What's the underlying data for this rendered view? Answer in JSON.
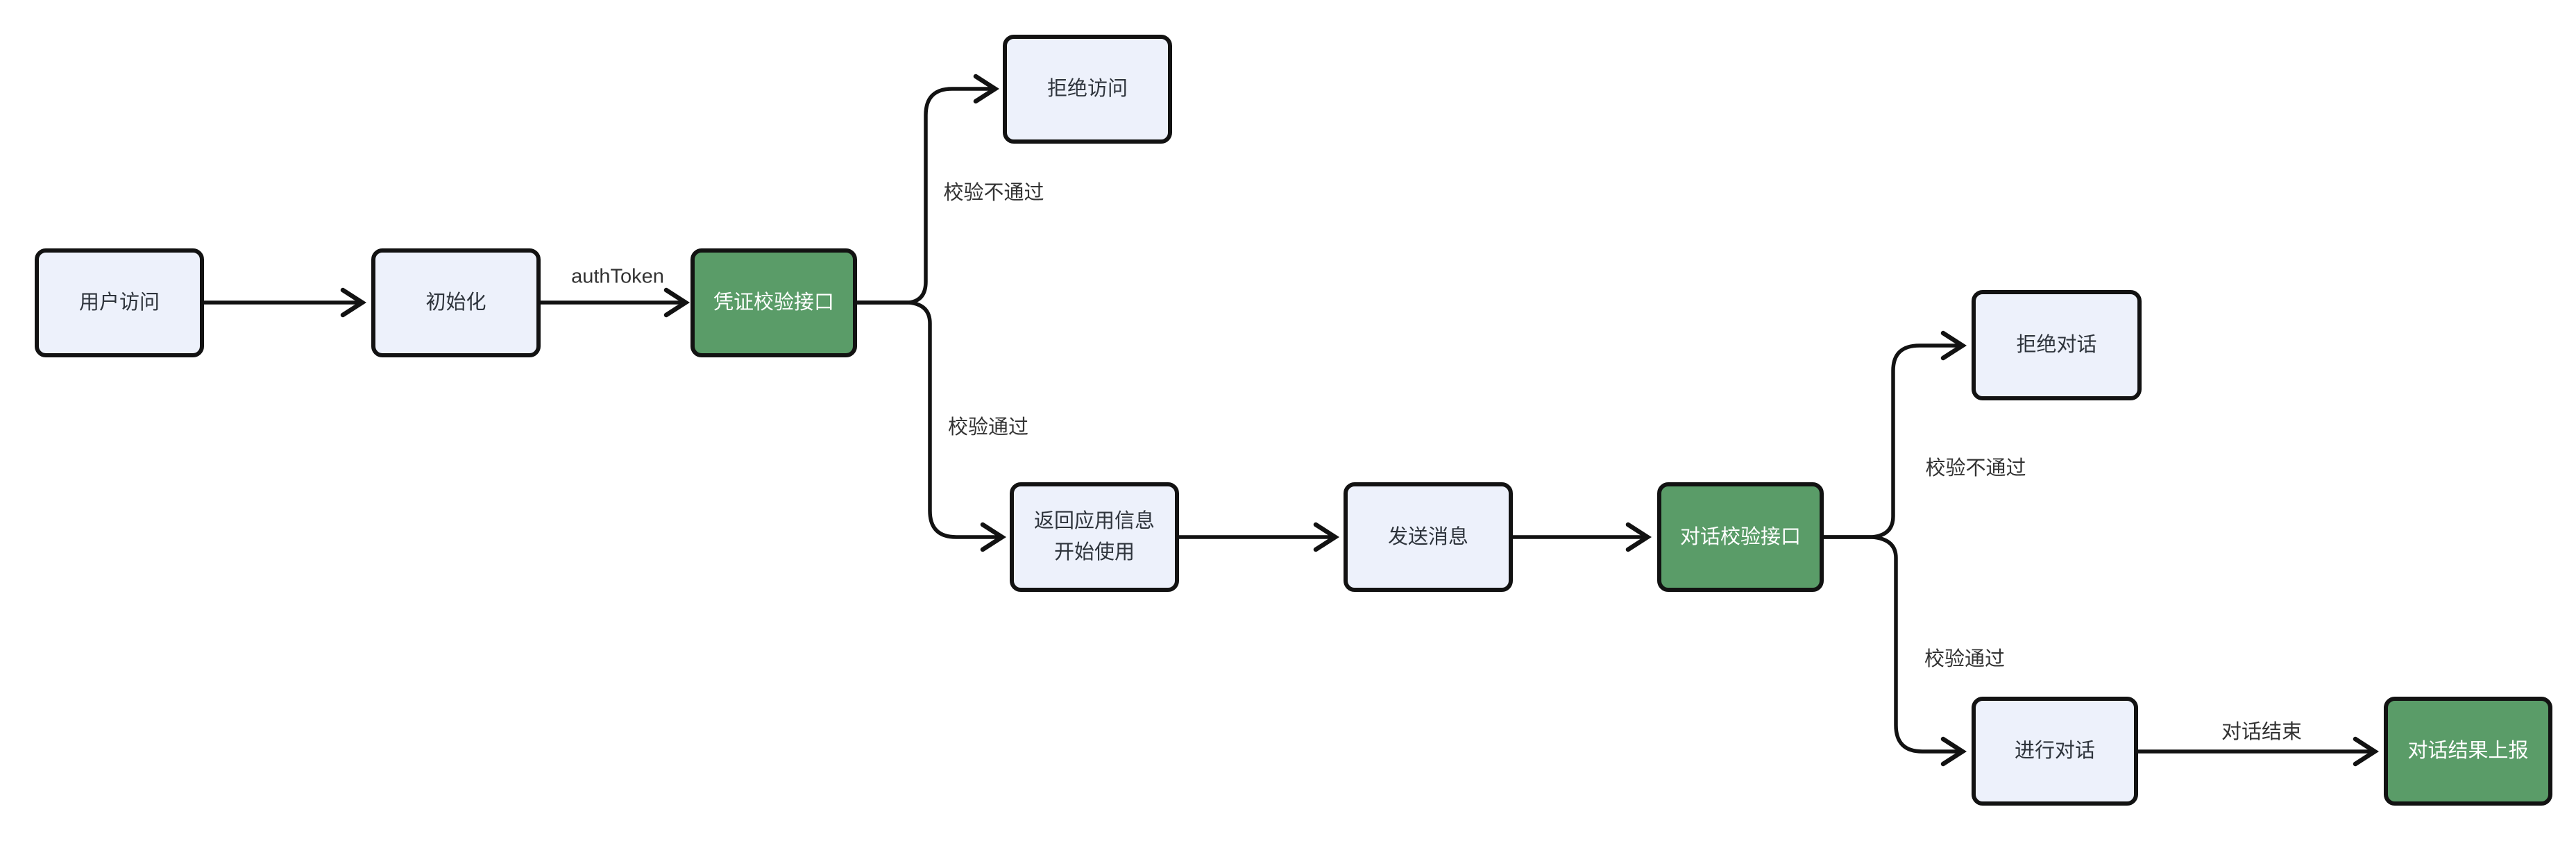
{
  "diagram": {
    "type": "flowchart",
    "direction": "left-to-right",
    "background": "#ffffff",
    "colors": {
      "node_fill": "#EDF1FB",
      "node_border": "#121212",
      "highlight_fill": "#5A9C68",
      "highlight_text": "#FFFFFF",
      "node_text": "#2E343C",
      "edge_stroke": "#121212",
      "edge_label_text": "#333333"
    },
    "nodes": [
      {
        "id": "user-access",
        "label": "用户访问",
        "style": "default"
      },
      {
        "id": "init",
        "label": "初始化",
        "style": "default"
      },
      {
        "id": "credential-check-api",
        "label": "凭证校验接口",
        "style": "highlight"
      },
      {
        "id": "deny-access",
        "label": "拒绝访问",
        "style": "default"
      },
      {
        "id": "return-app-info",
        "label": "返回应用信息\n开始使用",
        "style": "default"
      },
      {
        "id": "send-message",
        "label": "发送消息",
        "style": "default"
      },
      {
        "id": "dialog-check-api",
        "label": "对话校验接口",
        "style": "highlight"
      },
      {
        "id": "deny-dialog",
        "label": "拒绝对话",
        "style": "default"
      },
      {
        "id": "conduct-dialog",
        "label": "进行对话",
        "style": "default"
      },
      {
        "id": "dialog-result-report",
        "label": "对话结果上报",
        "style": "highlight"
      }
    ],
    "edges": [
      {
        "from": "用户访问",
        "to": "初始化",
        "label": ""
      },
      {
        "from": "初始化",
        "to": "凭证校验接口",
        "label": "authToken"
      },
      {
        "from": "凭证校验接口",
        "to": "拒绝访问",
        "label": "校验不通过"
      },
      {
        "from": "凭证校验接口",
        "to": "返回应用信息 开始使用",
        "label": "校验通过"
      },
      {
        "from": "返回应用信息 开始使用",
        "to": "发送消息",
        "label": ""
      },
      {
        "from": "发送消息",
        "to": "对话校验接口",
        "label": ""
      },
      {
        "from": "对话校验接口",
        "to": "拒绝对话",
        "label": "校验不通过"
      },
      {
        "from": "对话校验接口",
        "to": "进行对话",
        "label": "校验通过"
      },
      {
        "from": "进行对话",
        "to": "对话结果上报",
        "label": "对话结束"
      }
    ]
  }
}
